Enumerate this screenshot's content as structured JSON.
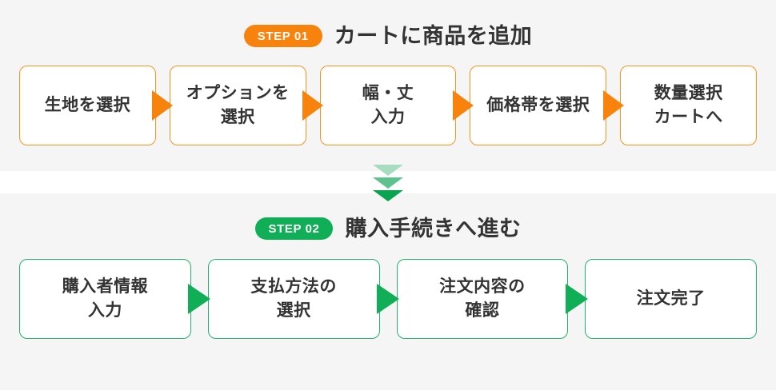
{
  "colors": {
    "page_background": "#f5f5f5",
    "box_background": "#ffffff",
    "text": "#333333",
    "orange_accent": "#f7820c",
    "orange_border": "#f7941e",
    "green_accent": "#0fae57",
    "green_border": "#22b269",
    "chevron_light": "#a7dcc0",
    "chevron_medium": "#5fc28e",
    "chevron_dark": "#09a44f",
    "divider_band": "#ffffff"
  },
  "step1": {
    "badge_label": "STEP 01",
    "title": "カートに商品を追加",
    "boxes": [
      {
        "label": "生地を選択"
      },
      {
        "label": "オプションを\n選択"
      },
      {
        "label": "幅・丈\n入力"
      },
      {
        "label": "価格帯を選択"
      },
      {
        "label": "数量選択\nカートへ"
      }
    ]
  },
  "step2": {
    "badge_label": "STEP 02",
    "title": "購入手続きへ進む",
    "boxes": [
      {
        "label": "購入者情報\n入力"
      },
      {
        "label": "支払方法の\n選択"
      },
      {
        "label": "注文内容の\n確認"
      },
      {
        "label": "注文完了"
      }
    ]
  }
}
